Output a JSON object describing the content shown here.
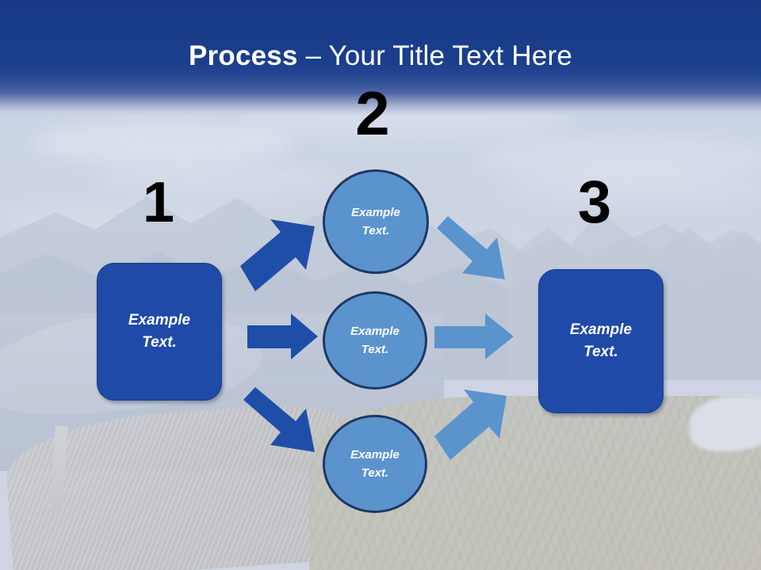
{
  "slide": {
    "title_bold": "Process",
    "title_separator": " – ",
    "title_rest": "Your Title Text Here",
    "background_description": "aerial photo of coastal fjord town with mountains",
    "colors": {
      "header_blue": "#183A85",
      "box_blue": "#1F4AA8",
      "circle_blue": "#5B94CD",
      "circle_border": "#1F3864",
      "arrow_dark": "#1F4EA8",
      "arrow_light": "#5B94CD",
      "number_color": "#000000",
      "text_on_shape": "#FFFFFF"
    }
  },
  "steps": [
    {
      "number": "1",
      "label_line1": "Example",
      "label_line2": "Text.",
      "shape": "rounded-rectangle"
    },
    {
      "number": "2",
      "label_line1": "Example",
      "label_line2": "Text.",
      "shape": "circle"
    },
    {
      "number": "3",
      "label_line1": "Example",
      "label_line2": "Text.",
      "shape": "rounded-rectangle"
    }
  ],
  "middle_circles": [
    {
      "line1": "Example",
      "line2": "Text."
    },
    {
      "line1": "Example",
      "line2": "Text."
    },
    {
      "line1": "Example",
      "line2": "Text."
    }
  ],
  "arrows": [
    {
      "id": "left-up",
      "from": "box-left",
      "to": "circle-top",
      "direction": "up-right",
      "color": "#1F4EA8"
    },
    {
      "id": "left-mid",
      "from": "box-left",
      "to": "circle-mid",
      "direction": "right",
      "color": "#1F4EA8"
    },
    {
      "id": "left-down",
      "from": "box-left",
      "to": "circle-bot",
      "direction": "down-right",
      "color": "#1F4EA8"
    },
    {
      "id": "right-down",
      "from": "circle-top",
      "to": "box-right",
      "direction": "down-right",
      "color": "#5B94CD"
    },
    {
      "id": "right-mid",
      "from": "circle-mid",
      "to": "box-right",
      "direction": "right",
      "color": "#5B94CD"
    },
    {
      "id": "right-up",
      "from": "circle-bot",
      "to": "box-right",
      "direction": "up-right",
      "color": "#5B94CD"
    }
  ]
}
